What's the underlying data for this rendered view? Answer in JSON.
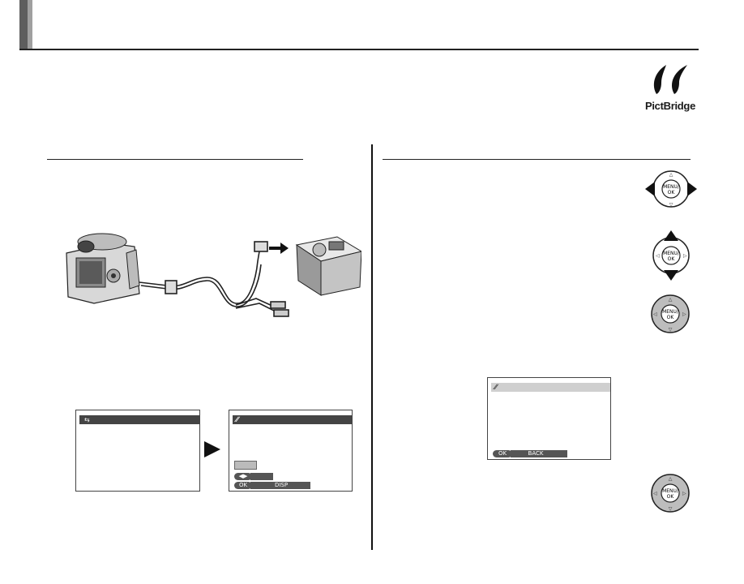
{
  "logo": {
    "text": "PictBridge"
  },
  "screens": {
    "mini_ok": "OK",
    "mini_back": "BACK",
    "mini_disp": "DISP"
  },
  "dials": {
    "center_label": "MENU/OK"
  },
  "colors": {
    "ink": "#111111",
    "bar_dark": "#444444",
    "bar_light": "#cfcfcf",
    "header_gray": "#5e5e5e"
  }
}
